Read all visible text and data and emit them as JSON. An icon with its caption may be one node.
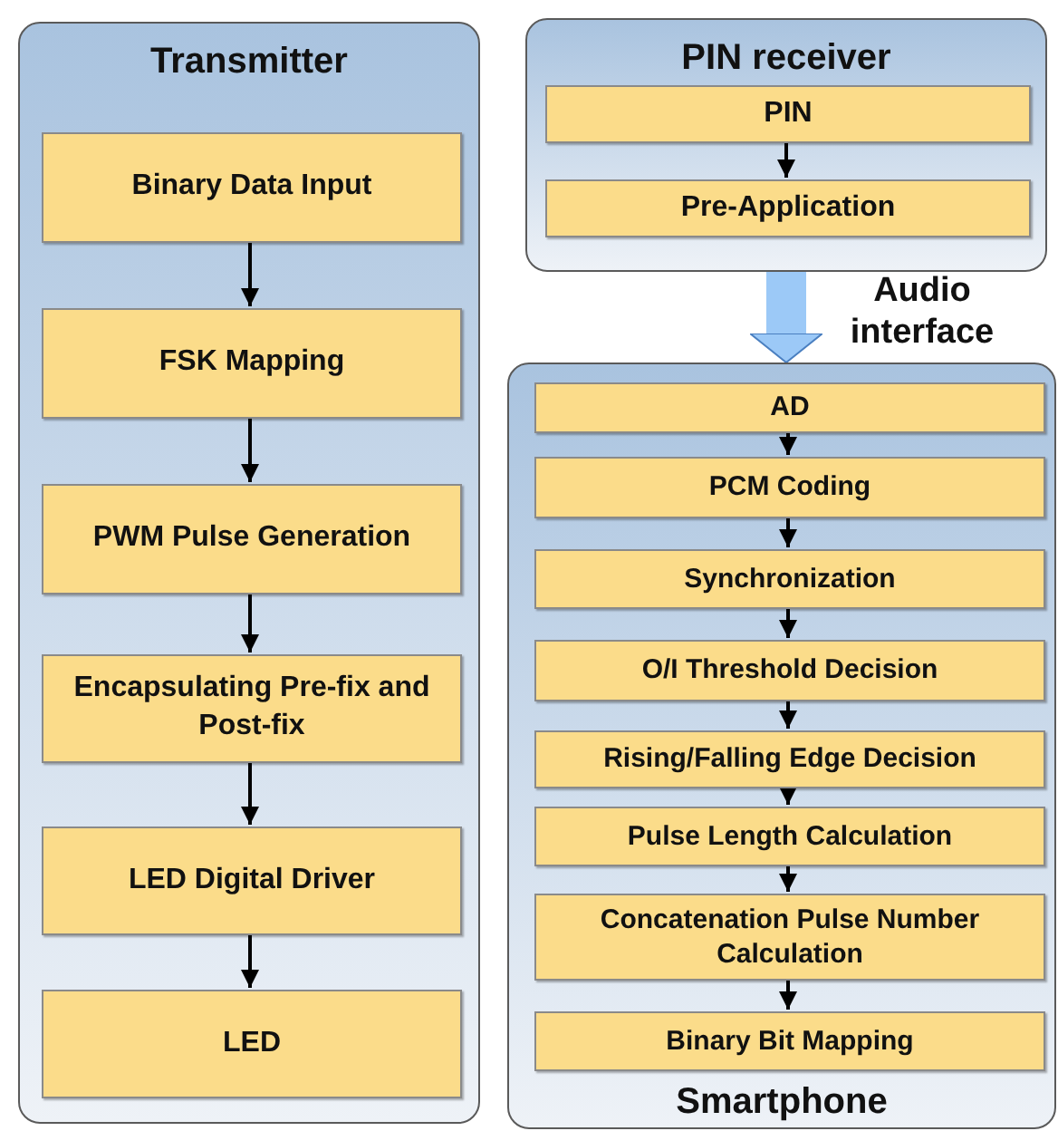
{
  "diagram": {
    "nodes": [
      {
        "text": [
          "Transmitter"
        ]
      },
      {
        "text": [
          "Binary Data Input"
        ],
        "in": 0
      },
      {
        "text": [
          "FSK Mapping"
        ],
        "in": 0
      },
      {
        "text": [
          "PWM Pulse Generation"
        ],
        "in": 0
      },
      {
        "text": [
          "Encapsulating Pre-fix and Post-fix"
        ],
        "in": 0
      },
      {
        "text": [
          "LED Digital Driver"
        ],
        "in": 0
      },
      {
        "text": [
          "LED"
        ],
        "in": 0
      },
      {
        "text": [
          "PIN receiver"
        ]
      },
      {
        "text": [
          "PIN"
        ],
        "in": 7
      },
      {
        "text": [
          "Pre-Application"
        ],
        "in": 7
      },
      {
        "text": [
          "Smartphone"
        ]
      },
      {
        "text": [
          "AD"
        ],
        "in": 10
      },
      {
        "text": [
          "PCM Coding"
        ],
        "in": 10
      },
      {
        "text": [
          "Synchronization"
        ],
        "in": 10
      },
      {
        "text": [
          "O/I Threshold Decision"
        ],
        "in": 10
      },
      {
        "text": [
          "Rising/Falling Edge Decision"
        ],
        "in": 10
      },
      {
        "text": [
          "Pulse Length Calculation"
        ],
        "in": 10
      },
      {
        "text": [
          "Concatenation Pulse Number Calculation"
        ],
        "in": 10
      },
      {
        "text": [
          "Binary Bit Mapping"
        ],
        "in": 10
      }
    ],
    "edges": [
      {
        "from": 1,
        "to": 2,
        "arrow": "to"
      },
      {
        "from": 2,
        "to": 3,
        "arrow": "to"
      },
      {
        "from": 3,
        "to": 4,
        "arrow": "to"
      },
      {
        "from": 4,
        "to": 5,
        "arrow": "to"
      },
      {
        "from": 5,
        "to": 6,
        "arrow": "to"
      },
      {
        "from": 8,
        "to": 9,
        "arrow": "to"
      },
      {
        "from": 7,
        "to": 10,
        "arrow": "to",
        "label": "Audio interface",
        "style": "thick",
        "color": "#9cc9f7"
      },
      {
        "from": 11,
        "to": 12,
        "arrow": "to"
      },
      {
        "from": 12,
        "to": 13,
        "arrow": "to"
      },
      {
        "from": 13,
        "to": 14,
        "arrow": "to"
      },
      {
        "from": 14,
        "to": 15,
        "arrow": "to"
      },
      {
        "from": 15,
        "to": 16,
        "arrow": "to"
      },
      {
        "from": 16,
        "to": 17,
        "arrow": "to"
      },
      {
        "from": 17,
        "to": 18,
        "arrow": "to"
      }
    ]
  }
}
